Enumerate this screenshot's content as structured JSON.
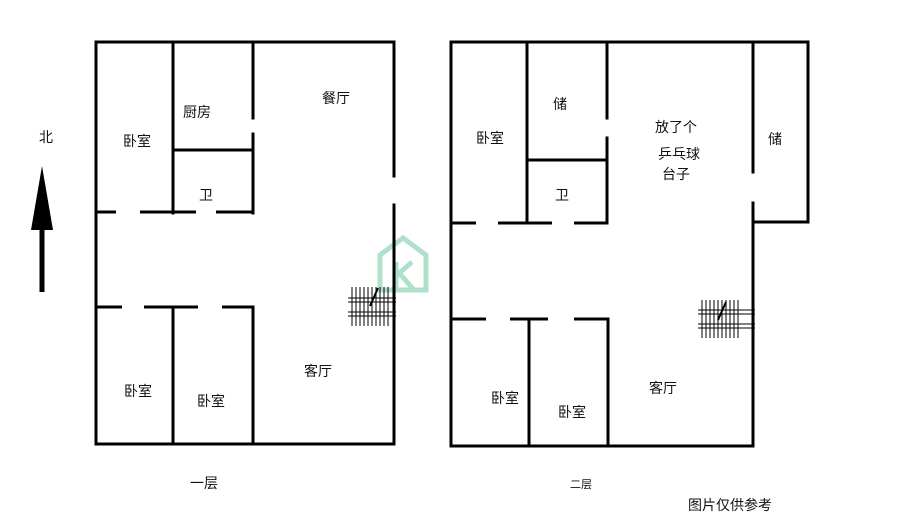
{
  "north": "北",
  "watermark_color": "#6ec9a0",
  "floor1": {
    "label": "一层",
    "rooms": {
      "bedroom_nw": "卧室",
      "kitchen": "厨房",
      "dining": "餐厅",
      "bathroom": "卫",
      "bedroom_sw": "卧室",
      "bedroom_s": "卧室",
      "living": "客厅"
    }
  },
  "floor2": {
    "label": "二层",
    "rooms": {
      "bedroom_nw": "卧室",
      "storage_n": "储",
      "pingpong_line1": "放了个",
      "pingpong_line2": "乒乓球",
      "pingpong_line3": "台子",
      "storage_e": "储",
      "bathroom": "卫",
      "bedroom_sw": "卧室",
      "bedroom_s": "卧室",
      "living": "客厅"
    }
  },
  "disclaimer": "图片仅供参考"
}
